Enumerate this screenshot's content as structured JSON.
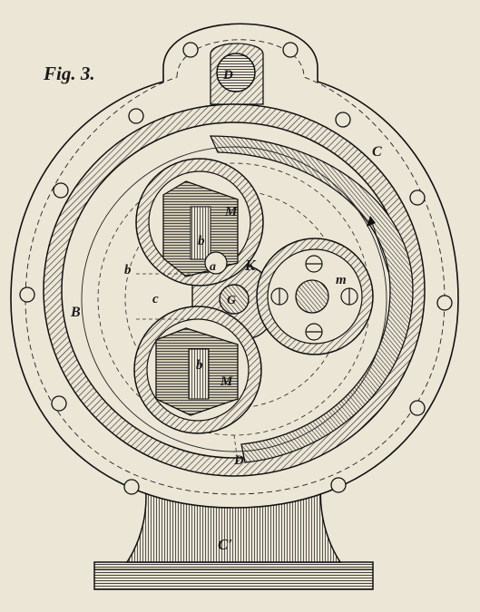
{
  "figure": {
    "caption": "Fig. 3.",
    "labels": {
      "D_top": "D",
      "C": "C",
      "M_upper": "M",
      "b_upper": "b",
      "a": "a",
      "K": "K",
      "b_left": "b",
      "c": "c",
      "G": "G",
      "m": "m",
      "B": "B",
      "b_lower": "b",
      "M_lower": "M",
      "D_bottom": "D",
      "C_prime": "C′"
    }
  },
  "colors": {
    "paper": "#ece6d6",
    "ink": "#1a1a1a"
  }
}
